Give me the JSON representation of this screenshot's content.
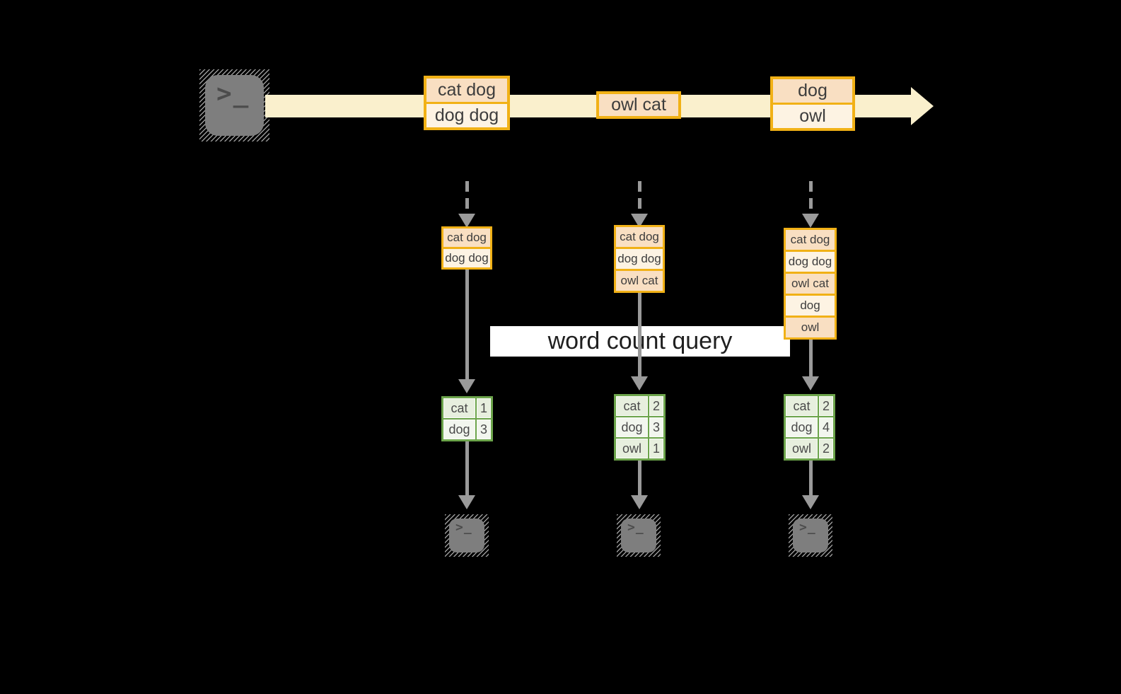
{
  "query_label": "word count query",
  "terminal_prompt": ">_",
  "stream_records": [
    {
      "rows": [
        "cat dog",
        "dog dog"
      ]
    },
    {
      "rows": [
        "owl cat"
      ]
    },
    {
      "rows": [
        "dog",
        "owl"
      ]
    }
  ],
  "record_logs": [
    {
      "rows": [
        "cat dog",
        "dog dog"
      ]
    },
    {
      "rows": [
        "cat dog",
        "dog dog",
        "owl cat"
      ]
    },
    {
      "rows": [
        "cat dog",
        "dog dog",
        "owl cat",
        "dog",
        "owl"
      ]
    }
  ],
  "count_tables": [
    {
      "rows": [
        {
          "word": "cat",
          "count": "1"
        },
        {
          "word": "dog",
          "count": "3"
        }
      ]
    },
    {
      "rows": [
        {
          "word": "cat",
          "count": "2"
        },
        {
          "word": "dog",
          "count": "3"
        },
        {
          "word": "owl",
          "count": "1"
        }
      ]
    },
    {
      "rows": [
        {
          "word": "cat",
          "count": "2"
        },
        {
          "word": "dog",
          "count": "4"
        },
        {
          "word": "owl",
          "count": "2"
        }
      ]
    }
  ],
  "colors": {
    "gold_border": "#f1b116",
    "band": "#faf0cd",
    "peach_dark": "#f9dfc2",
    "peach_light": "#fdf3e3",
    "green_border": "#6ca44b",
    "green_cell": "#e7efde",
    "green_cell_alt": "#f2f6ee",
    "arrow_gray": "#9a9a9a",
    "terminal_gray": "#7e7e7e",
    "label_bg": "#ffffff",
    "background": "#000000"
  }
}
